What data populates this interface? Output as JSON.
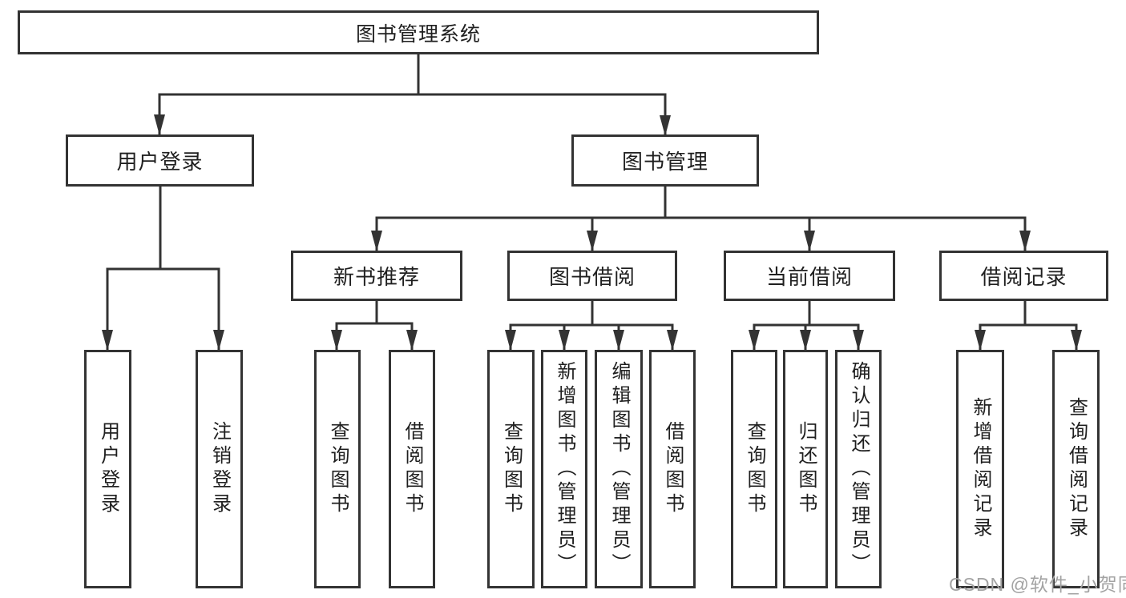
{
  "diagram": {
    "root": {
      "label": "图书管理系统"
    },
    "level2": [
      {
        "id": "user-login",
        "label": "用户登录"
      },
      {
        "id": "book-management",
        "label": "图书管理"
      }
    ],
    "level3": [
      {
        "id": "new-book-recommend",
        "label": "新书推荐",
        "parent": "图书管理"
      },
      {
        "id": "book-borrow",
        "label": "图书借阅",
        "parent": "图书管理"
      },
      {
        "id": "current-borrow",
        "label": "当前借阅",
        "parent": "图书管理"
      },
      {
        "id": "borrow-records",
        "label": "借阅记录",
        "parent": "图书管理"
      }
    ],
    "leaves": [
      {
        "id": "leaf-user-login",
        "label": "用户登录",
        "parent": "用户登录"
      },
      {
        "id": "leaf-logout",
        "label": "注销登录",
        "parent": "用户登录"
      },
      {
        "id": "leaf-query-books-recommend",
        "label": "查询图书",
        "parent": "新书推荐"
      },
      {
        "id": "leaf-borrow-books-recommend",
        "label": "借阅图书",
        "parent": "新书推荐"
      },
      {
        "id": "leaf-query-books-borrow",
        "label": "查询图书",
        "parent": "图书借阅"
      },
      {
        "id": "leaf-add-books-admin",
        "label": "新增图书（管理员）",
        "parent": "图书借阅"
      },
      {
        "id": "leaf-edit-books-admin",
        "label": "编辑图书（管理员）",
        "parent": "图书借阅"
      },
      {
        "id": "leaf-borrow-books",
        "label": "借阅图书",
        "parent": "图书借阅"
      },
      {
        "id": "leaf-query-books-current",
        "label": "查询图书",
        "parent": "当前借阅"
      },
      {
        "id": "leaf-return-books",
        "label": "归还图书",
        "parent": "当前借阅"
      },
      {
        "id": "leaf-confirm-return-admin",
        "label": "确认归还（管理员）",
        "parent": "当前借阅"
      },
      {
        "id": "leaf-add-borrow-record",
        "label": "新增借阅记录",
        "parent": "借阅记录"
      },
      {
        "id": "leaf-query-borrow-record",
        "label": "查询借阅记录",
        "parent": "借阅记录"
      }
    ]
  },
  "watermark": {
    "text": "CSDN @软件_小贺同学"
  },
  "colors": {
    "line": "#333333",
    "text": "#1f1f1f",
    "background": "#ffffff",
    "watermark": "#a3a3a3"
  }
}
